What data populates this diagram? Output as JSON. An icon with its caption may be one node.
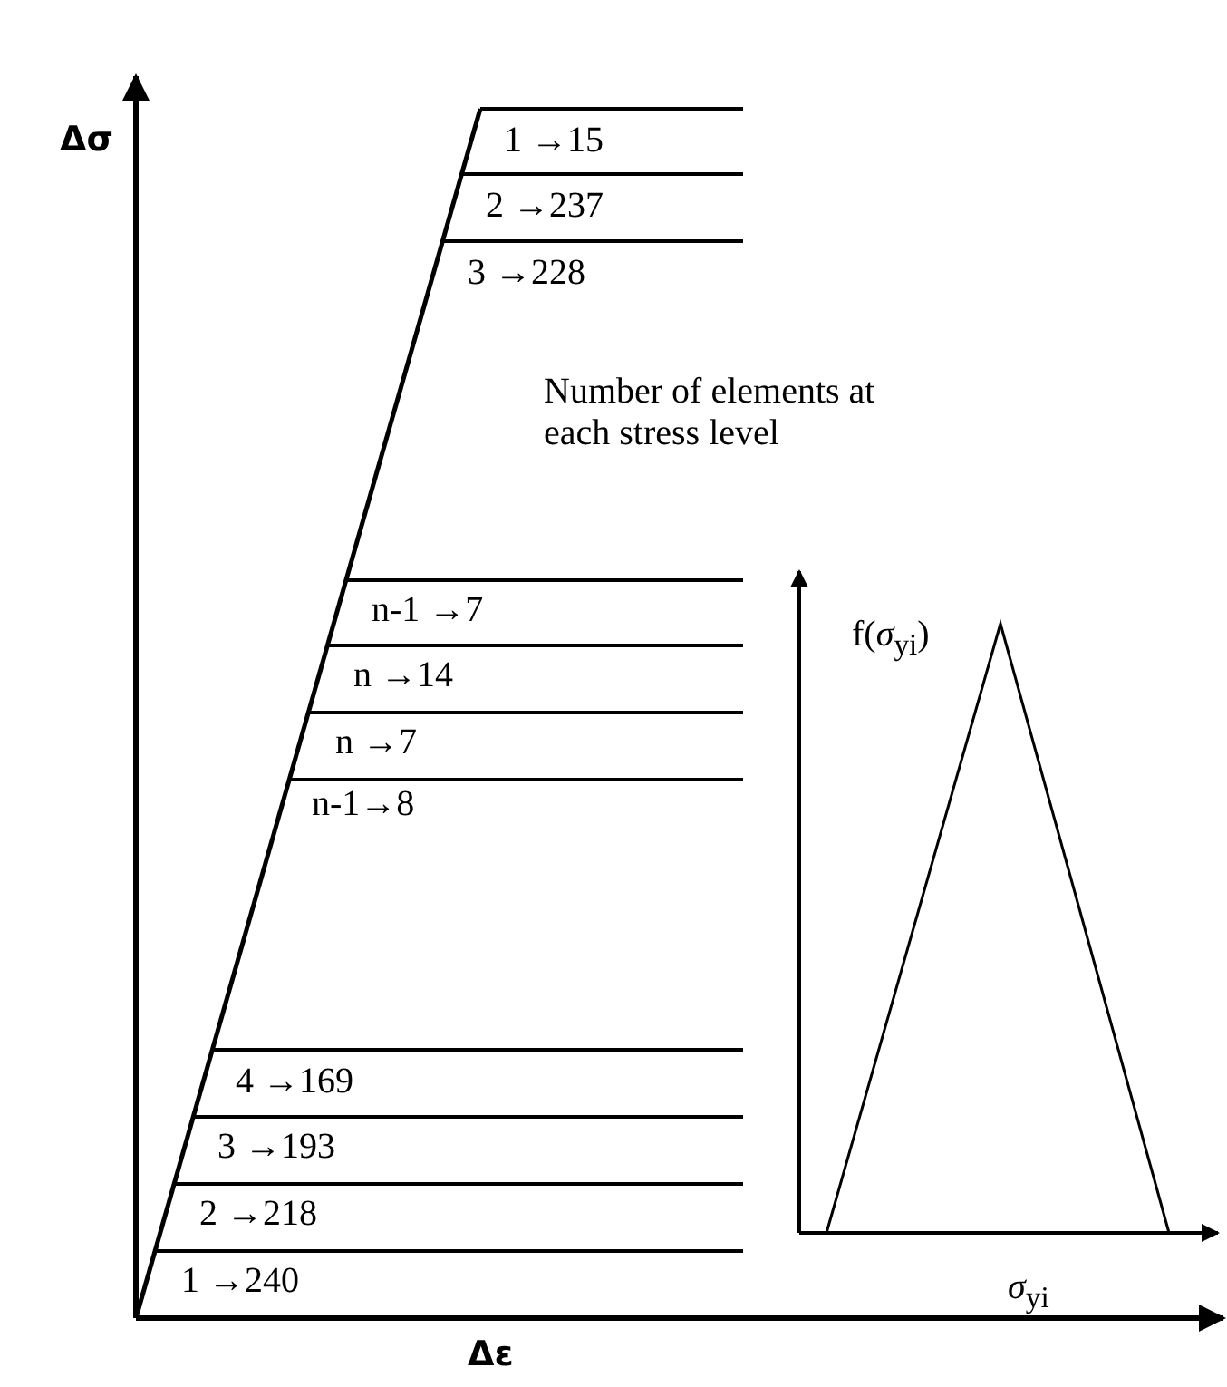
{
  "diagram": {
    "labels": [
      "Δσ",
      "1 →15",
      "2 →237",
      "3 →228",
      "Number of elements at each stress level",
      "n-1 →7",
      "n →14",
      "n →7",
      "n-1→8",
      "f(*σ*$_{yi}$)",
      "4 →169",
      "3 →193",
      "2 →218",
      "1 →240",
      "*σ*$_{yi}$",
      "Δε"
    ]
  }
}
